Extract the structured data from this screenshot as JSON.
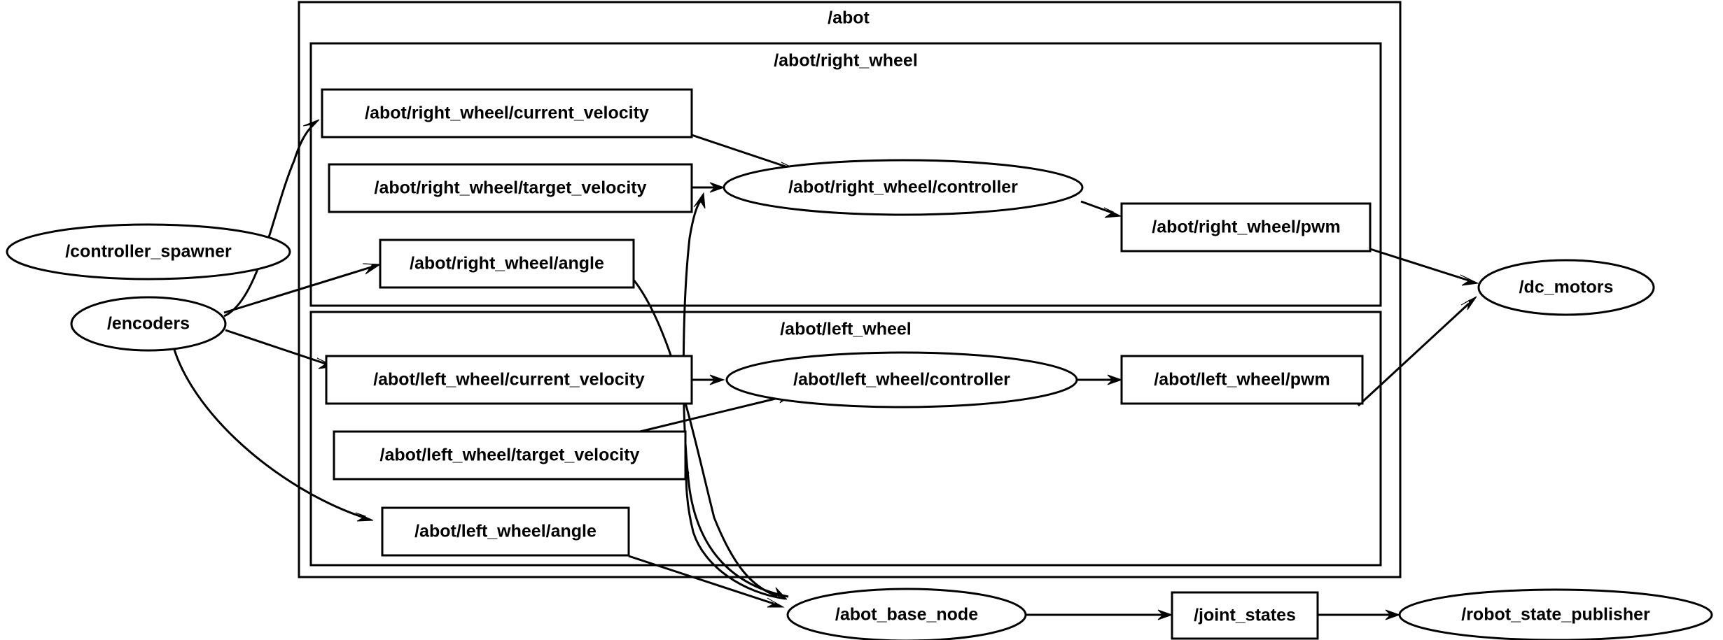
{
  "graph": {
    "type": "ros-node-graph",
    "background_color": "#ffffff",
    "stroke_color": "#000000",
    "clusters": [
      {
        "id": "abot",
        "label": "/abot"
      },
      {
        "id": "right_wheel",
        "label": "/abot/right_wheel"
      },
      {
        "id": "left_wheel",
        "label": "/abot/left_wheel"
      }
    ],
    "nodes": [
      {
        "id": "controller_spawner",
        "label": "/controller_spawner",
        "shape": "ellipse",
        "cluster": null
      },
      {
        "id": "encoders",
        "label": "/encoders",
        "shape": "ellipse",
        "cluster": null
      },
      {
        "id": "rw_current_velocity",
        "label": "/abot/right_wheel/current_velocity",
        "shape": "box",
        "cluster": "right_wheel"
      },
      {
        "id": "rw_target_velocity",
        "label": "/abot/right_wheel/target_velocity",
        "shape": "box",
        "cluster": "right_wheel"
      },
      {
        "id": "rw_angle",
        "label": "/abot/right_wheel/angle",
        "shape": "box",
        "cluster": "right_wheel"
      },
      {
        "id": "rw_controller",
        "label": "/abot/right_wheel/controller",
        "shape": "ellipse",
        "cluster": "right_wheel"
      },
      {
        "id": "rw_pwm",
        "label": "/abot/right_wheel/pwm",
        "shape": "box",
        "cluster": "right_wheel"
      },
      {
        "id": "lw_current_velocity",
        "label": "/abot/left_wheel/current_velocity",
        "shape": "box",
        "cluster": "left_wheel"
      },
      {
        "id": "lw_target_velocity",
        "label": "/abot/left_wheel/target_velocity",
        "shape": "box",
        "cluster": "left_wheel"
      },
      {
        "id": "lw_angle",
        "label": "/abot/left_wheel/angle",
        "shape": "box",
        "cluster": "left_wheel"
      },
      {
        "id": "lw_controller",
        "label": "/abot/left_wheel/controller",
        "shape": "ellipse",
        "cluster": "left_wheel"
      },
      {
        "id": "lw_pwm",
        "label": "/abot/left_wheel/pwm",
        "shape": "box",
        "cluster": "left_wheel"
      },
      {
        "id": "dc_motors",
        "label": "/dc_motors",
        "shape": "ellipse",
        "cluster": null
      },
      {
        "id": "abot_base_node",
        "label": "/abot_base_node",
        "shape": "ellipse",
        "cluster": null
      },
      {
        "id": "joint_states",
        "label": "/joint_states",
        "shape": "box",
        "cluster": null
      },
      {
        "id": "robot_state_publisher",
        "label": "/robot_state_publisher",
        "shape": "ellipse",
        "cluster": null
      }
    ],
    "edges": [
      {
        "from": "encoders",
        "to": "rw_current_velocity"
      },
      {
        "from": "encoders",
        "to": "rw_angle"
      },
      {
        "from": "encoders",
        "to": "lw_current_velocity"
      },
      {
        "from": "encoders",
        "to": "lw_angle"
      },
      {
        "from": "rw_current_velocity",
        "to": "rw_controller"
      },
      {
        "from": "rw_target_velocity",
        "to": "rw_controller"
      },
      {
        "from": "rw_controller",
        "to": "rw_pwm"
      },
      {
        "from": "rw_pwm",
        "to": "dc_motors"
      },
      {
        "from": "lw_current_velocity",
        "to": "lw_controller"
      },
      {
        "from": "lw_target_velocity",
        "to": "lw_controller"
      },
      {
        "from": "lw_controller",
        "to": "lw_pwm"
      },
      {
        "from": "lw_pwm",
        "to": "dc_motors"
      },
      {
        "from": "abot_base_node",
        "to": "rw_target_velocity"
      },
      {
        "from": "abot_base_node",
        "to": "lw_target_velocity"
      },
      {
        "from": "rw_angle",
        "to": "abot_base_node"
      },
      {
        "from": "lw_angle",
        "to": "abot_base_node"
      },
      {
        "from": "abot_base_node",
        "to": "joint_states"
      },
      {
        "from": "joint_states",
        "to": "robot_state_publisher"
      }
    ]
  }
}
